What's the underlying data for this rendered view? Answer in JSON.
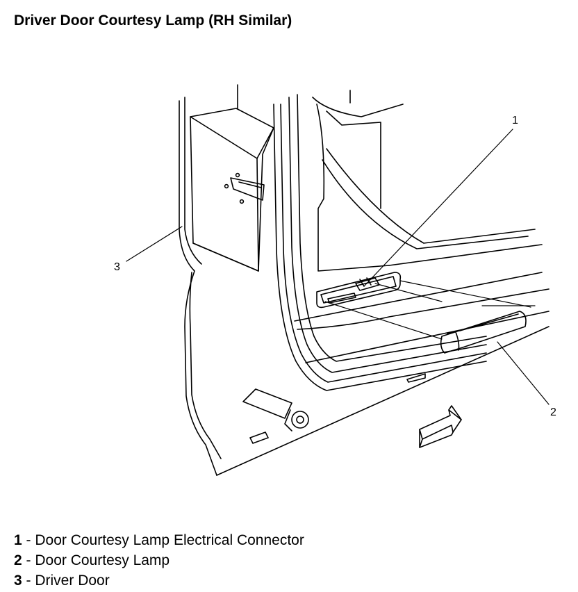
{
  "title": "Driver Door Courtesy Lamp (RH Similar)",
  "callouts": [
    "1",
    "2",
    "3"
  ],
  "legend": [
    {
      "number": "1",
      "separator": " - ",
      "text": "Door Courtesy Lamp Electrical Connector"
    },
    {
      "number": "2",
      "separator": " - ",
      "text": "Door Courtesy Lamp"
    },
    {
      "number": "3",
      "separator": " - ",
      "text": "Driver Door"
    }
  ],
  "icons": {
    "direction_arrow": "forward-arrow-icon"
  }
}
